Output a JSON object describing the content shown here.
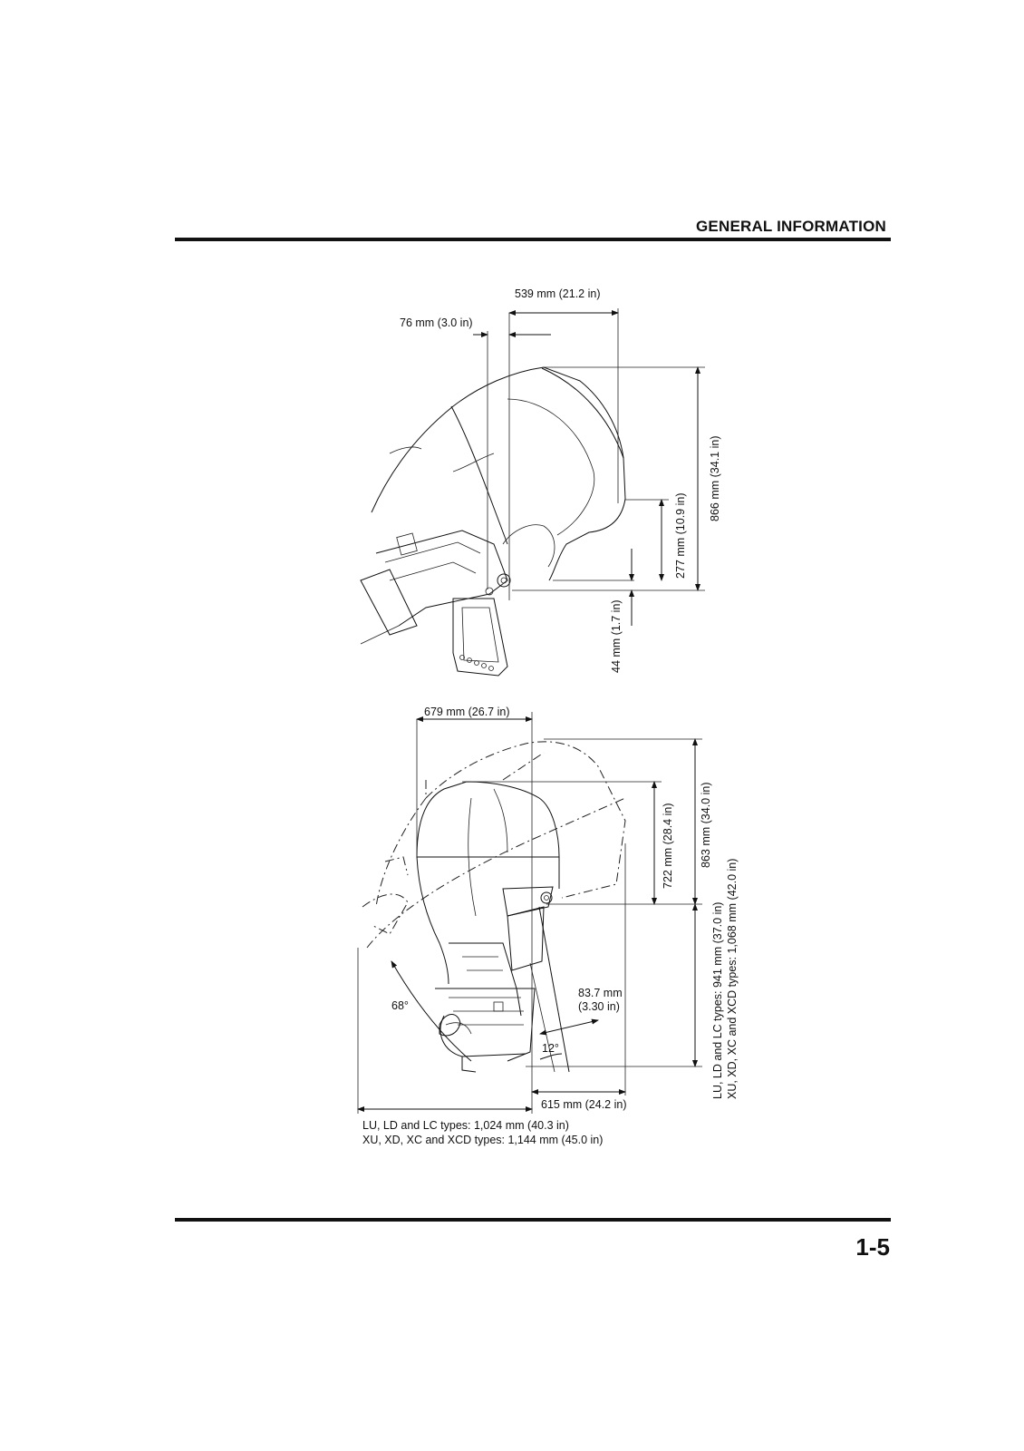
{
  "header": {
    "section_title": "GENERAL INFORMATION"
  },
  "footer": {
    "page_number": "1-5"
  },
  "top_view": {
    "dim_539": "539 mm (21.2 in)",
    "dim_76": "76 mm (3.0 in)",
    "dim_866": "866 mm (34.1 in)",
    "dim_277": "277 mm (10.9 in)",
    "dim_44": "44 mm (1.7 in)"
  },
  "side_view": {
    "dim_679": "679 mm (26.7 in)",
    "dim_722": "722 mm (28.4 in)",
    "dim_863": "863 mm (34.0 in)",
    "dim_lower_line1": "LU, LD and LC types: 941 mm (37.0 in)",
    "dim_lower_line2": "XU, XD, XC and XCD types: 1,068 mm (42.0 in)",
    "dim_83_line1": "83.7 mm",
    "dim_83_line2": "(3.30 in)",
    "angle_68": "68°",
    "angle_12": "12°",
    "dim_615": "615 mm (24.2 in)",
    "dim_width_line1": "LU, LD and LC types: 1,024 mm (40.3 in)",
    "dim_width_line2": "XU, XD, XC and XCD types: 1,144 mm (45.0 in)"
  }
}
